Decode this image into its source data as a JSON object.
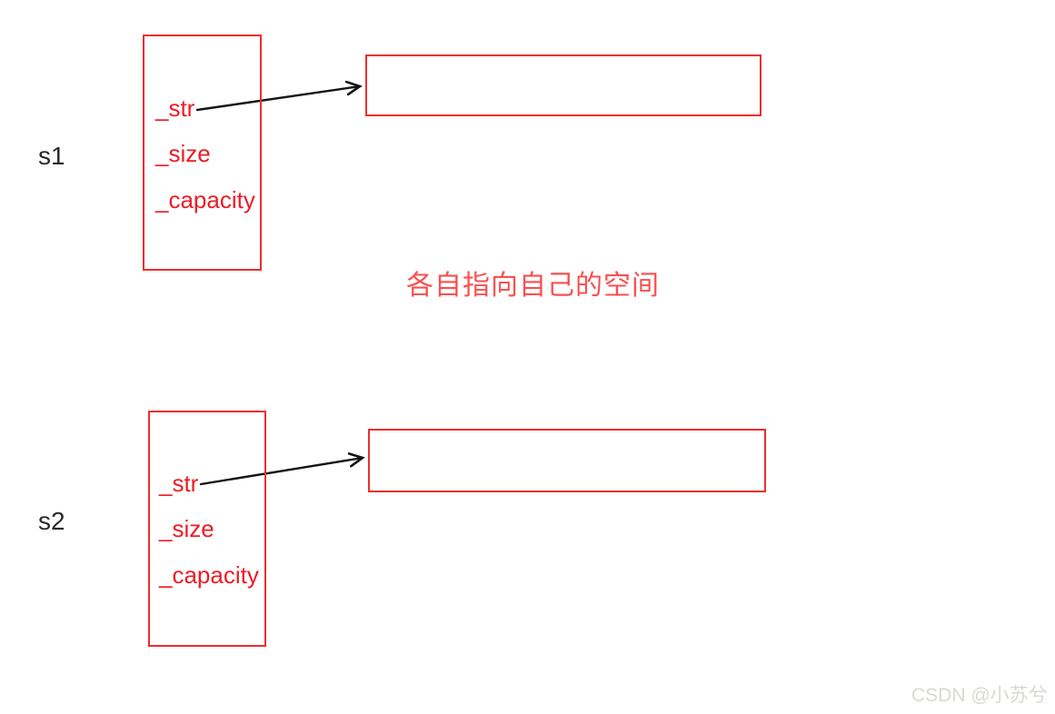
{
  "palette": {
    "background": "#ffffff",
    "box_red": "#ee2e2e",
    "label_red": "#ed1c24",
    "annotation_red": "#fa5050",
    "dark_text": "#2a2a2a",
    "arrow_black": "#141414",
    "watermark_gray": "#d8d8d4"
  },
  "diagram": {
    "annotation": "各自指向自己的空间",
    "watermark": "CSDN @小苏兮",
    "objects": [
      {
        "name": "s1",
        "members": [
          "_str",
          "_size",
          "_capacity"
        ]
      },
      {
        "name": "s2",
        "members": [
          "_str",
          "_size",
          "_capacity"
        ]
      }
    ]
  }
}
